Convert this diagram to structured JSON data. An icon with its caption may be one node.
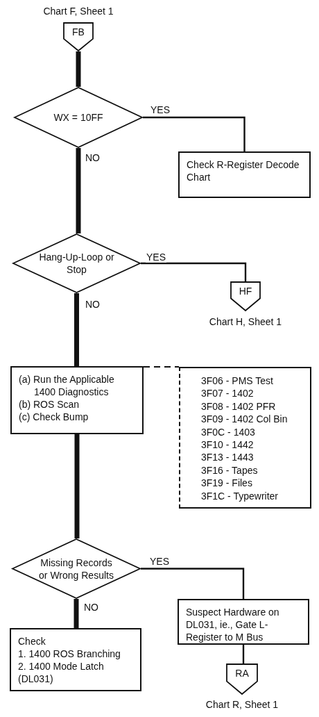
{
  "diagram": {
    "nodes": [
      {
        "text": [
          "FB"
        ],
        "beside": [
          "Chart F, Sheet 1"
        ]
      },
      {
        "text": [
          "WX = 10FF"
        ]
      },
      {
        "text": [
          "Check R-Register Decode Chart"
        ]
      },
      {
        "text": [
          "Hang-Up-Loop or Stop"
        ]
      },
      {
        "text": [
          "HF"
        ],
        "beside": [
          "Chart H, Sheet 1"
        ]
      },
      {
        "text": [
          "(a) Run the Applicable 1400 Diagnostics",
          "(b) ROS Scan",
          "(c) Check Bump"
        ]
      },
      {
        "text": [
          "3F06 - PMS Test",
          "3F07 - 1402",
          "3F08 - 1402 PFR",
          "3F09 - 1402 Col Bin",
          "3F0C - 1403",
          "3F10 - 1442",
          "3F13 - 1443",
          "3F16 - Tapes",
          "3F19 - Files",
          "3F1C - Typewriter"
        ]
      },
      {
        "text": [
          "Missing Records or Wrong Results"
        ]
      },
      {
        "text": [
          "Suspect Hardware on DL031, ie., Gate L-Register to M Bus"
        ]
      },
      {
        "text": [
          "RA"
        ],
        "beside": [
          "Chart R, Sheet 1"
        ]
      },
      {
        "text": [
          "Check",
          "1. 1400 ROS Branching",
          "2. 1400 Mode Latch (DL031)"
        ]
      }
    ],
    "edges": [
      {
        "from": 0,
        "to": 1,
        "arrow": "none",
        "style": "thick"
      },
      {
        "from": 1,
        "to": 2,
        "arrow": "none",
        "label": "YES"
      },
      {
        "from": 1,
        "to": 3,
        "arrow": "none",
        "style": "thick",
        "label": "NO"
      },
      {
        "from": 3,
        "to": 4,
        "arrow": "none",
        "label": "YES"
      },
      {
        "from": 3,
        "to": 5,
        "arrow": "none",
        "style": "thick",
        "label": "NO"
      },
      {
        "from": 5,
        "to": 6,
        "arrow": "none",
        "style": "dashed"
      },
      {
        "from": 5,
        "to": 7,
        "arrow": "none",
        "style": "thick"
      },
      {
        "from": 7,
        "to": 8,
        "arrow": "none",
        "label": "YES"
      },
      {
        "from": 7,
        "to": 10,
        "arrow": "none",
        "style": "thick",
        "label": "NO"
      },
      {
        "from": 8,
        "to": 9,
        "arrow": "none"
      }
    ]
  }
}
